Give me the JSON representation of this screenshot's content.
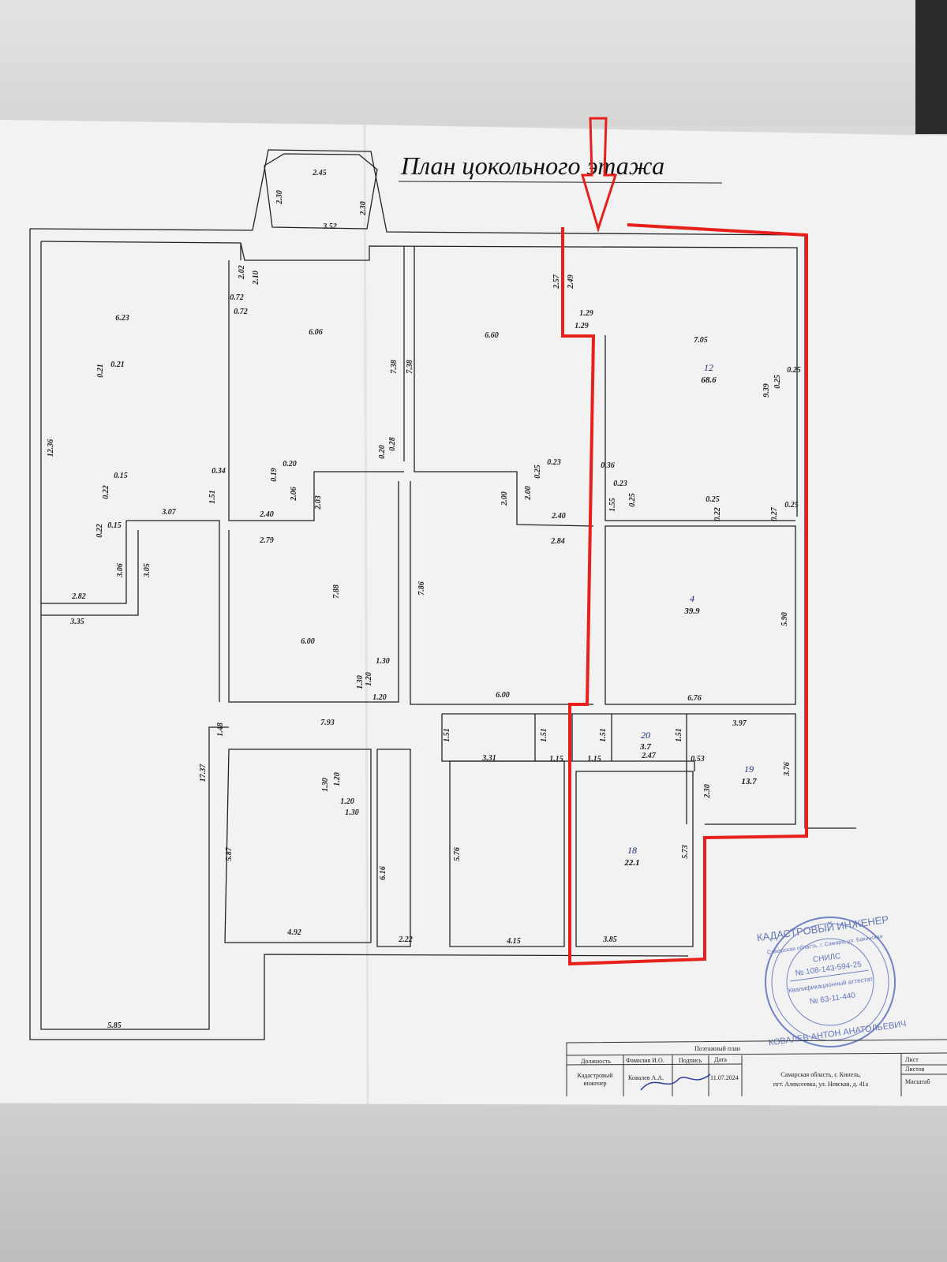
{
  "title": "План цокольного этажа",
  "rooms": [
    {
      "number": "12",
      "area": "68.6"
    },
    {
      "number": "4",
      "area": "39.9"
    },
    {
      "number": "20",
      "area": "3.7"
    },
    {
      "number": "19",
      "area": "13.7"
    },
    {
      "number": "18",
      "area": "22.1"
    }
  ],
  "dimensions": [
    "2.45",
    "2.30",
    "2.30",
    "3.52",
    "2.02",
    "2.10",
    "0.72",
    "0.72",
    "6.23",
    "6.06",
    "6.60",
    "7.38",
    "7.38",
    "2.57",
    "2.49",
    "1.29",
    "1.29",
    "7.05",
    "9.39",
    "0.25",
    "0.25",
    "0.21",
    "0.21",
    "12.36",
    "0.22",
    "0.15",
    "0.34",
    "1.51",
    "3.07",
    "0.22",
    "0.15",
    "3.06",
    "3.05",
    "2.82",
    "3.35",
    "0.19",
    "0.20",
    "2.06",
    "2.03",
    "2.40",
    "2.79",
    "0.20",
    "0.28",
    "0.25",
    "0.23",
    "2.00",
    "2.00",
    "2.40",
    "2.84",
    "0.36",
    "0.23",
    "0.25",
    "1.55",
    "0.25",
    "0.22",
    "0.27",
    "0.25",
    "7.88",
    "7.86",
    "6.00",
    "1.30",
    "1.20",
    "1.30",
    "1.20",
    "6.00",
    "5.90",
    "6.76",
    "1.48",
    "7.93",
    "3.97",
    "1.51",
    "1.51",
    "1.51",
    "1.51",
    "3.31",
    "1.15",
    "1.15",
    "2.47",
    "0.53",
    "3.76",
    "2.30",
    "17.37",
    "1.30",
    "1.20",
    "1.20",
    "1.30",
    "5.87",
    "5.76",
    "5.73",
    "6.16",
    "4.92",
    "2.22",
    "4.15",
    "3.85",
    "5.85"
  ],
  "highlight": {
    "color": "#e8201c"
  },
  "title_block": {
    "header": "Поэтажный план",
    "col_position": "Должность",
    "col_name": "Фамилия И.О.",
    "col_signature": "Подпись",
    "col_date": "Дата",
    "position": "Кадастровый инженер",
    "name": "Ковалев А.А.",
    "date": "11.07.2024",
    "address_line1": "Самарская область, г. Кинель,",
    "address_line2": "пгт. Алексеевка, ул. Невская, д. 41а",
    "sheet": "Лист",
    "sheets": "Листов",
    "scale": "Масштаб"
  },
  "stamp": {
    "ring_top": "КАДАСТРОВЫЙ ИНЖЕНЕР",
    "ring_bottom": "КОВАЛЕВ АНТОН АНАТОЛЬЕВИЧ",
    "inner_ring": "Самарская область, г. Самара, ул. Бакинская",
    "snils_label": "СНИЛС",
    "snils": "№ 108-143-594-25",
    "cert_label": "Квалификационный аттестат",
    "cert": "№ 63-11-440"
  }
}
